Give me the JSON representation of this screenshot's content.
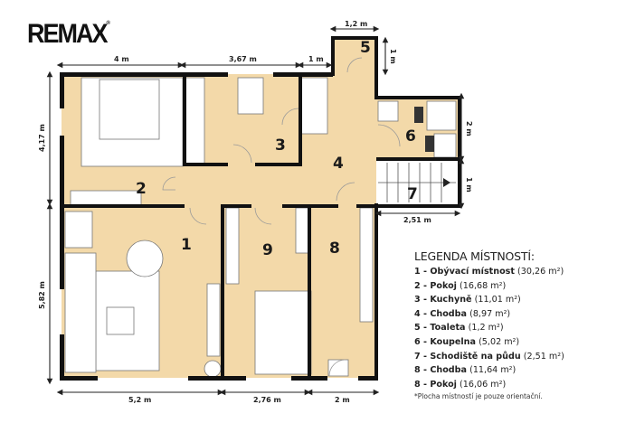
{
  "brand": {
    "logo_text": "REMAX",
    "trademark": "®"
  },
  "dimensions": {
    "top_1": "4 m",
    "top_2": "3,67 m",
    "top_3": "1 m",
    "top_wc": "1,2 m",
    "right_wc": "1 m",
    "right_bath": "2 m",
    "right_stairs": "1 m",
    "stairs_width": "2,51 m",
    "left_upper": "4,17 m",
    "left_lower": "5,82 m",
    "bottom_1": "5,2 m",
    "bottom_2": "2,76 m",
    "bottom_3": "2 m"
  },
  "rooms": [
    {
      "num": "1"
    },
    {
      "num": "2"
    },
    {
      "num": "3"
    },
    {
      "num": "4"
    },
    {
      "num": "5"
    },
    {
      "num": "6"
    },
    {
      "num": "7"
    },
    {
      "num": "8"
    },
    {
      "num": "9"
    }
  ],
  "legend": {
    "title": "LEGENDA MÍSTNOSTÍ:",
    "items": [
      {
        "label": "1 - Obývací místnost",
        "area": "(30,26 m²)"
      },
      {
        "label": "2 - Pokoj",
        "area": "(16,68 m²)"
      },
      {
        "label": "3 - Kuchyně",
        "area": "(11,01 m²)"
      },
      {
        "label": "4 - Chodba",
        "area": "(8,97 m²)"
      },
      {
        "label": "5 - Toaleta",
        "area": "(1,2 m²)"
      },
      {
        "label": "6 - Koupelna",
        "area": "(5,02 m²)"
      },
      {
        "label": "7 - Schodiště na půdu",
        "area": "(2,51 m²)"
      },
      {
        "label": "8 - Chodba",
        "area": "(11,64 m²)"
      },
      {
        "label": "8 - Pokoj",
        "area": "(16,06 m²)"
      }
    ],
    "note": "*Plocha místností je pouze orientační."
  },
  "colors": {
    "floor": "#f3d9a9",
    "wall": "#111111",
    "furniture": "#ffffff"
  }
}
